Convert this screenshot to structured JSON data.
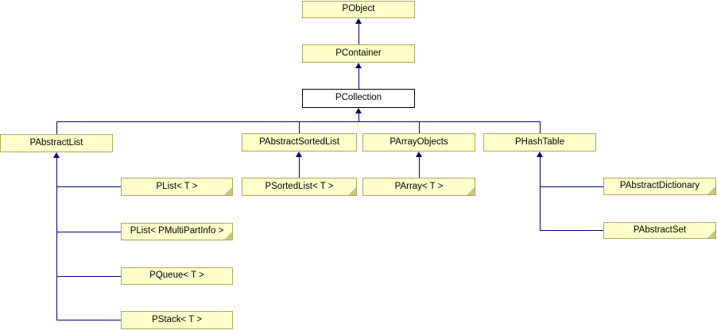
{
  "diagram": {
    "type": "class-inheritance-diagram",
    "focus_class": "PCollection",
    "colors": {
      "node_fill": "#ffffcc",
      "node_border": "#a9a95b",
      "fold_fill": "#c8c87e",
      "line": "#000080",
      "focus_fill": "#ffffff",
      "focus_border": "#000000",
      "text": "#000000",
      "background": "#ffffff"
    },
    "nodes": [
      {
        "id": "pobject",
        "label": "PObject",
        "style": "class"
      },
      {
        "id": "pcontainer",
        "label": "PContainer",
        "style": "class"
      },
      {
        "id": "pcollection",
        "label": "PCollection",
        "style": "focus"
      },
      {
        "id": "pabstractlist",
        "label": "PAbstractList",
        "style": "class"
      },
      {
        "id": "pabstractsortedlist",
        "label": "PAbstractSortedList",
        "style": "class"
      },
      {
        "id": "parrayobjects",
        "label": "PArrayObjects",
        "style": "class"
      },
      {
        "id": "phashtable",
        "label": "PHashTable",
        "style": "class"
      },
      {
        "id": "plist-t",
        "label": "PList< T >",
        "style": "note"
      },
      {
        "id": "psortedlist-t",
        "label": "PSortedList< T >",
        "style": "note"
      },
      {
        "id": "parray-t",
        "label": "PArray< T >",
        "style": "note"
      },
      {
        "id": "pabstractdictionary",
        "label": "PAbstractDictionary",
        "style": "note"
      },
      {
        "id": "plist-pmultipartinfo",
        "label": "PList< PMultiPartInfo >",
        "style": "note"
      },
      {
        "id": "pabstractset",
        "label": "PAbstractSet",
        "style": "note"
      },
      {
        "id": "pqueue-t",
        "label": "PQueue< T >",
        "style": "class"
      },
      {
        "id": "pstack-t",
        "label": "PStack< T >",
        "style": "class"
      }
    ],
    "edges": [
      {
        "child": "PContainer",
        "parent": "PObject"
      },
      {
        "child": "PCollection",
        "parent": "PContainer"
      },
      {
        "child": "PAbstractList",
        "parent": "PCollection"
      },
      {
        "child": "PAbstractSortedList",
        "parent": "PCollection"
      },
      {
        "child": "PArrayObjects",
        "parent": "PCollection"
      },
      {
        "child": "PHashTable",
        "parent": "PCollection"
      },
      {
        "child": "PList< T >",
        "parent": "PAbstractList"
      },
      {
        "child": "PList< PMultiPartInfo >",
        "parent": "PAbstractList"
      },
      {
        "child": "PQueue< T >",
        "parent": "PAbstractList"
      },
      {
        "child": "PStack< T >",
        "parent": "PAbstractList"
      },
      {
        "child": "PSortedList< T >",
        "parent": "PAbstractSortedList"
      },
      {
        "child": "PArray< T >",
        "parent": "PArrayObjects"
      },
      {
        "child": "PAbstractDictionary",
        "parent": "PHashTable"
      },
      {
        "child": "PAbstractSet",
        "parent": "PHashTable"
      }
    ]
  }
}
